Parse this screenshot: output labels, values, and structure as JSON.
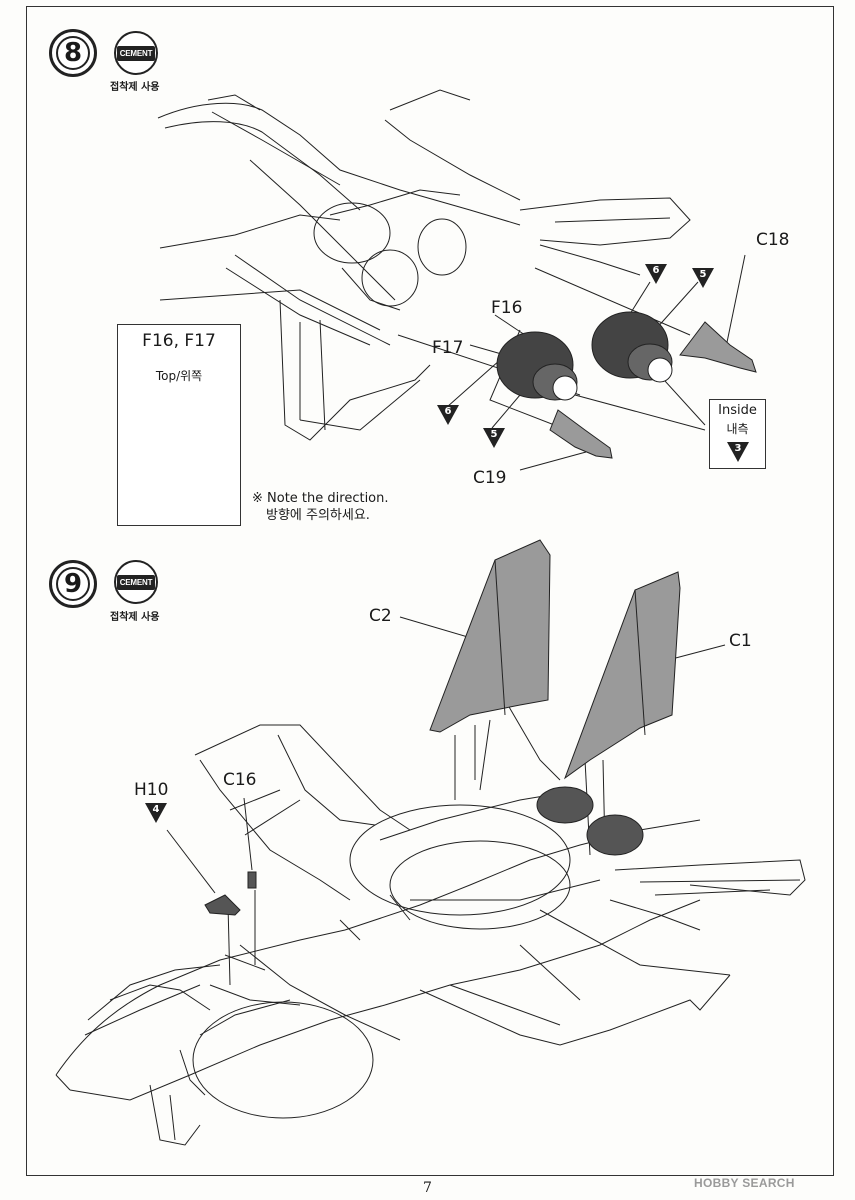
{
  "steps": [
    {
      "number": "8",
      "cement_label": "CEMENT",
      "cement_kr": "접착제 사용"
    },
    {
      "number": "9",
      "cement_label": "CEMENT",
      "cement_kr": "접착제 사용"
    }
  ],
  "step8": {
    "parts": {
      "c18": "C18",
      "f16": "F16",
      "f17": "F17",
      "c19": "C19"
    },
    "paint_refs": {
      "f16_upper": "6",
      "c18_upper": "5",
      "f17_lower_a": "6",
      "f17_lower_b": "5",
      "inside": "3"
    },
    "inset": {
      "title": "F16, F17",
      "direction": "Top/위쪽"
    },
    "inside": {
      "en": "Inside",
      "kr": "내측"
    },
    "note": {
      "en": "※ Note the direction.",
      "kr": "방향에 주의하세요."
    }
  },
  "step9": {
    "parts": {
      "c2": "C2",
      "c1": "C1",
      "h10": "H10",
      "c16": "C16"
    },
    "paint_refs": {
      "h10": "4"
    }
  },
  "page_number": "7",
  "watermark": "HOBBY SEARCH",
  "colors": {
    "line": "#222222",
    "gray_part": "#9a9a9a",
    "dark_part": "#4a4a4a",
    "badge": "#222222"
  }
}
